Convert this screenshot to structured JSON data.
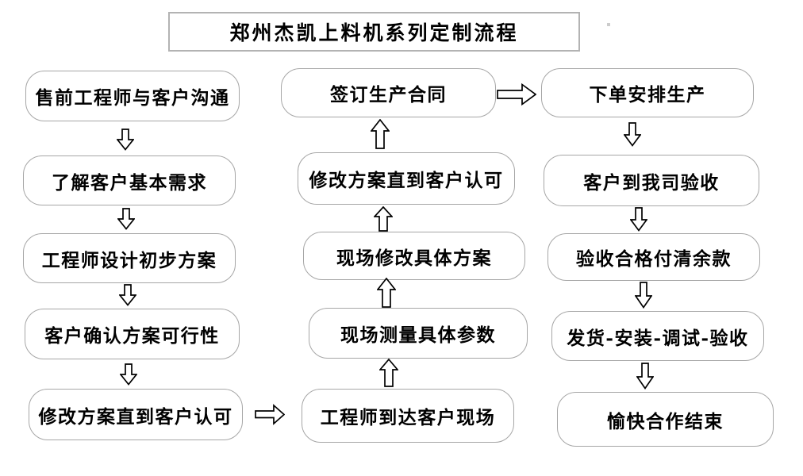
{
  "title": "郑州杰凯上料机系列定制流程",
  "flow": {
    "left": {
      "direction": "top-to-bottom",
      "boxes": [
        "售前工程师与客户沟通",
        "了解客户基本需求",
        "工程师设计初步方案",
        "客户确认方案可行性",
        "修改方案直到客户认可"
      ]
    },
    "middle": {
      "direction": "bottom-to-top",
      "boxes": [
        "签订生产合同",
        "修改方案直到客户认可",
        "现场修改具体方案",
        "现场测量具体参数",
        "工程师到达客户现场"
      ]
    },
    "right": {
      "direction": "top-to-bottom",
      "boxes": [
        "下单安排生产",
        "客户到我司验收",
        "验收合格付清余款",
        "发货-安装-调试-验收",
        "愉快合作结束"
      ]
    }
  },
  "connectors": {
    "left_column": [
      "down",
      "down",
      "down",
      "down"
    ],
    "middle_column": [
      "up",
      "up",
      "up",
      "up"
    ],
    "right_column": [
      "down",
      "down",
      "down",
      "down"
    ],
    "left_to_middle": "right",
    "middle_to_right": "right"
  },
  "colors": {
    "background": "#ffffff",
    "box_border": "#a6a6a6",
    "box_fill": "#ffffff",
    "title_border": "#b3b3b3",
    "text": "#000000",
    "arrow_outline": "#000000",
    "arrow_fill": "#ffffff"
  }
}
